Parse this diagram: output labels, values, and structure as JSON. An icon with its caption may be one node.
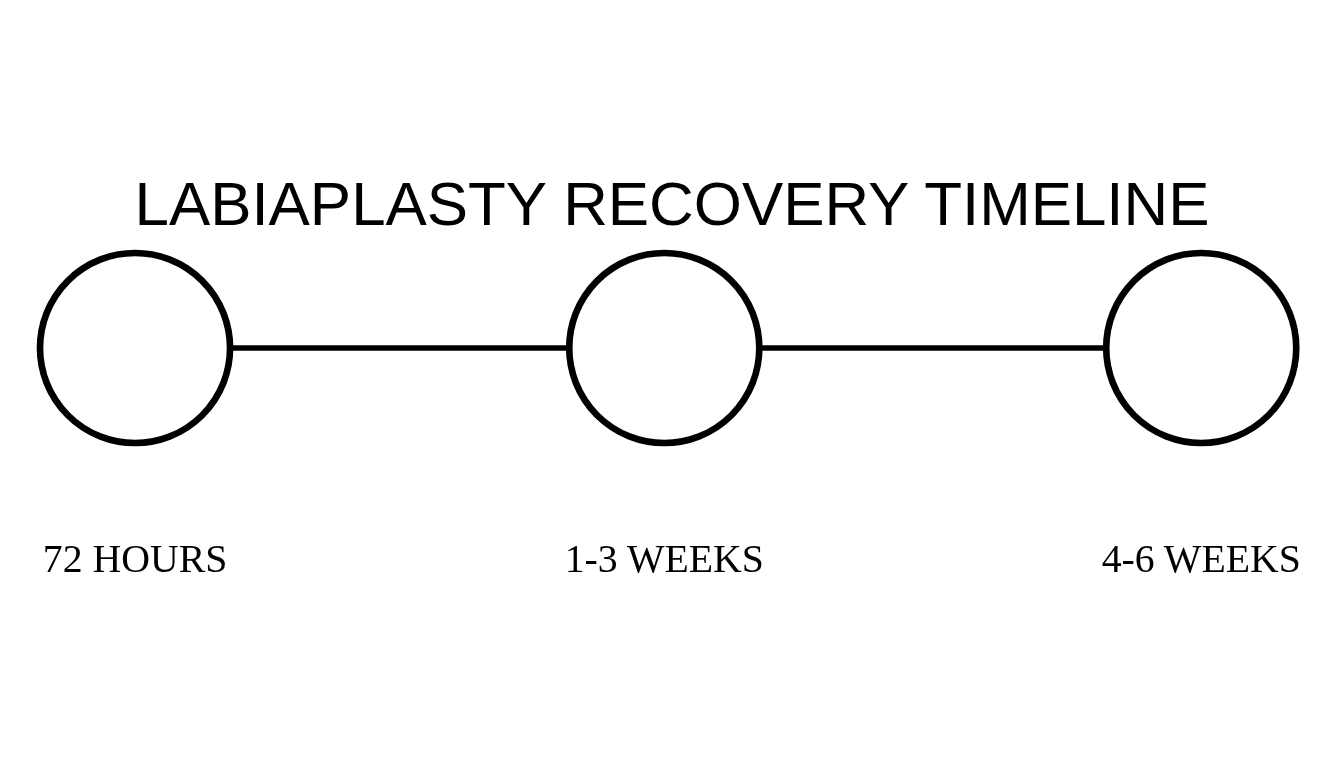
{
  "diagram": {
    "title": "LABIAPLASTY RECOVERY TIMELINE",
    "nodes": [
      {
        "text": [],
        "shape": "circle",
        "beside": [
          "72 HOURS"
        ]
      },
      {
        "text": [],
        "shape": "circle",
        "beside": [
          "1-3 WEEKS"
        ]
      },
      {
        "text": [],
        "shape": "circle",
        "beside": [
          "4-6 WEEKS"
        ]
      }
    ],
    "edges": [
      {
        "from": 0,
        "to": 1,
        "arrow": "none"
      },
      {
        "from": 1,
        "to": 2,
        "arrow": "none"
      }
    ]
  }
}
